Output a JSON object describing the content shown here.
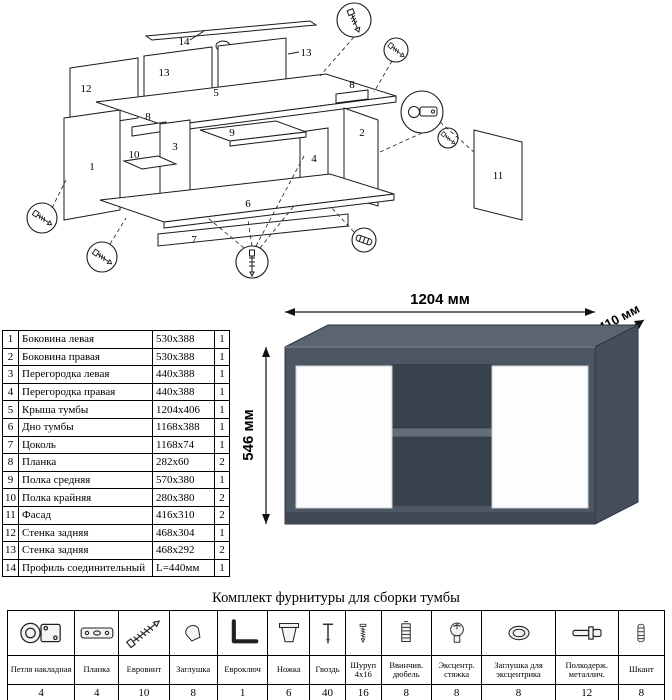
{
  "diagram": {
    "labels": {
      "l1": "1",
      "l2": "2",
      "l3": "3",
      "l4": "4",
      "l5": "5",
      "l6": "6",
      "l7": "7",
      "l8a": "8",
      "l8b": "8",
      "l9": "9",
      "l10": "10",
      "l11": "11",
      "l12": "12",
      "l13a": "13",
      "l13b": "13",
      "l14": "14"
    }
  },
  "product_dimensions": {
    "width": "1204 мм",
    "depth": "410 мм",
    "height": "546 мм"
  },
  "parts_table": {
    "rows": [
      {
        "n": "1",
        "name": "Боковина левая",
        "size": "530x388",
        "qty": "1"
      },
      {
        "n": "2",
        "name": "Боковина правая",
        "size": "530x388",
        "qty": "1"
      },
      {
        "n": "3",
        "name": "Перегородка левая",
        "size": "440x388",
        "qty": "1"
      },
      {
        "n": "4",
        "name": "Перегородка правая",
        "size": "440x388",
        "qty": "1"
      },
      {
        "n": "5",
        "name": "Крыша тумбы",
        "size": "1204x406",
        "qty": "1"
      },
      {
        "n": "6",
        "name": "Дно тумбы",
        "size": "1168x388",
        "qty": "1"
      },
      {
        "n": "7",
        "name": "Цоколь",
        "size": "1168x74",
        "qty": "1"
      },
      {
        "n": "8",
        "name": "Планка",
        "size": "282x60",
        "qty": "2"
      },
      {
        "n": "9",
        "name": "Полка средняя",
        "size": "570x380",
        "qty": "1"
      },
      {
        "n": "10",
        "name": "Полка крайняя",
        "size": "280x380",
        "qty": "2"
      },
      {
        "n": "11",
        "name": "Фасад",
        "size": "416x310",
        "qty": "2"
      },
      {
        "n": "12",
        "name": "Стенка задняя",
        "size": "468x304",
        "qty": "1"
      },
      {
        "n": "13",
        "name": "Стенка задняя",
        "size": "468x292",
        "qty": "2"
      },
      {
        "n": "14",
        "name": "Профиль соединительный",
        "size": "L=440мм",
        "qty": "1"
      }
    ]
  },
  "hardware": {
    "title": "Комплект фурнитуры для сборки тумбы",
    "items": [
      {
        "name": "Петля накладная",
        "qty": "4"
      },
      {
        "name": "Планка",
        "qty": "4"
      },
      {
        "name": "Евровинт",
        "qty": "10"
      },
      {
        "name": "Заглушка",
        "qty": "8"
      },
      {
        "name": "Евроключ",
        "qty": "1"
      },
      {
        "name": "Ножка",
        "qty": "6"
      },
      {
        "name": "Гвоздь",
        "qty": "40"
      },
      {
        "name": "Шуруп 4x16",
        "qty": "16"
      },
      {
        "name": "Ввинчив. дюбель",
        "qty": "8"
      },
      {
        "name": "Эксцентр. стяжка",
        "qty": "8"
      },
      {
        "name": "Заглушка для эксцентрика",
        "qty": "8"
      },
      {
        "name": "Полкодерж. металлич.",
        "qty": "12"
      },
      {
        "name": "Шкант",
        "qty": "8"
      }
    ]
  }
}
